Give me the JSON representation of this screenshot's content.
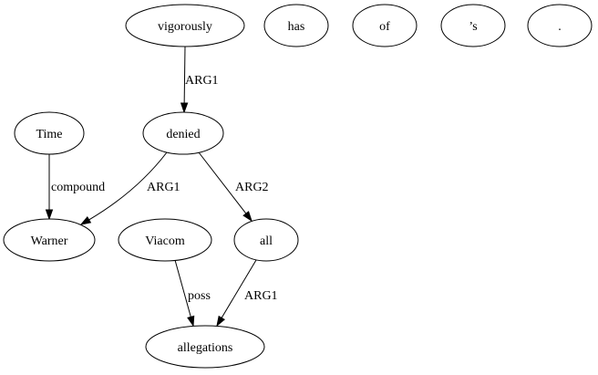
{
  "nodes": [
    {
      "id": "vigorously",
      "label": "vigorously"
    },
    {
      "id": "has",
      "label": "has"
    },
    {
      "id": "of",
      "label": "of"
    },
    {
      "id": "s",
      "label": "’s"
    },
    {
      "id": "period",
      "label": "."
    },
    {
      "id": "time",
      "label": "Time"
    },
    {
      "id": "denied",
      "label": "denied"
    },
    {
      "id": "warner",
      "label": "Warner"
    },
    {
      "id": "viacom",
      "label": "Viacom"
    },
    {
      "id": "all",
      "label": "all"
    },
    {
      "id": "allegations",
      "label": "allegations"
    }
  ],
  "edges": [
    {
      "id": "vigorously-denied",
      "from": "vigorously",
      "to": "denied",
      "label": "ARG1"
    },
    {
      "id": "time-warner",
      "from": "time",
      "to": "warner",
      "label": "compound"
    },
    {
      "id": "denied-warner",
      "from": "denied",
      "to": "warner",
      "label": "ARG1"
    },
    {
      "id": "denied-all",
      "from": "denied",
      "to": "all",
      "label": "ARG2"
    },
    {
      "id": "viacom-allegations",
      "from": "viacom",
      "to": "allegations",
      "label": "poss"
    },
    {
      "id": "all-allegations",
      "from": "all",
      "to": "allegations",
      "label": "ARG1"
    }
  ]
}
